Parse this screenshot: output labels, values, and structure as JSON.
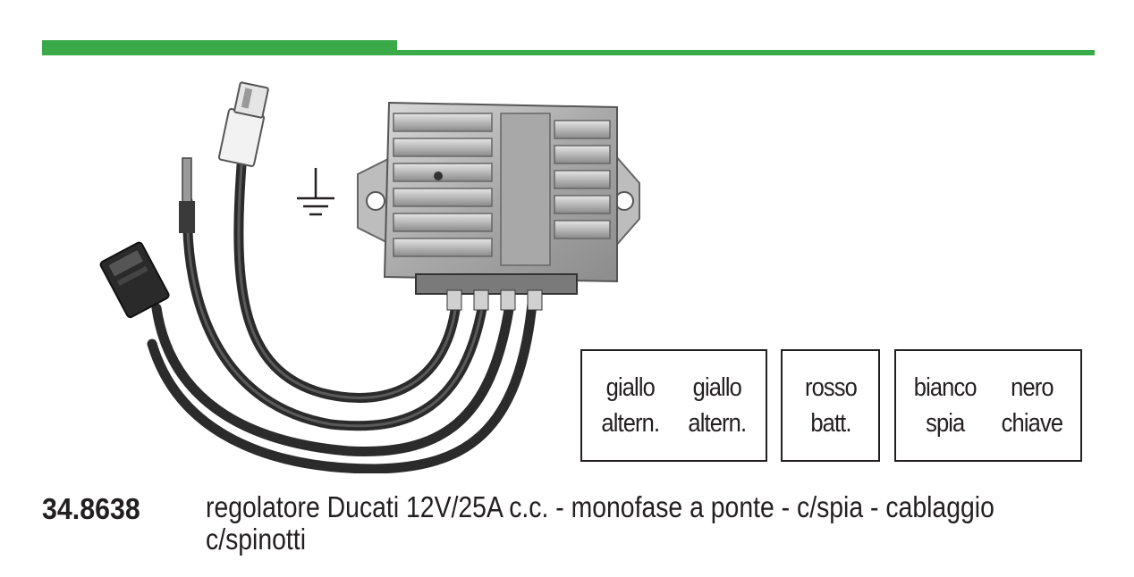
{
  "product": {
    "code": "34.8638",
    "description_line1": "regolatore Ducati 12V/25A c.c. - monofase a ponte - c/spia - cablaggio",
    "description_line2": "c/spinotti"
  },
  "wiring": [
    {
      "box": 1,
      "wires": [
        {
          "color": "giallo",
          "function": "altern."
        },
        {
          "color": "giallo",
          "function": "altern."
        }
      ]
    },
    {
      "box": 2,
      "wires": [
        {
          "color": "rosso",
          "function": "batt."
        }
      ]
    },
    {
      "box": 3,
      "wires": [
        {
          "color": "bianco",
          "function": "spia"
        },
        {
          "color": "nero",
          "function": "chiave"
        }
      ]
    }
  ],
  "icons": {
    "ground": "ground-symbol-icon",
    "product": "voltage-regulator-image"
  },
  "colors": {
    "accent_rule": "#3aaa48",
    "text": "#231f20"
  }
}
